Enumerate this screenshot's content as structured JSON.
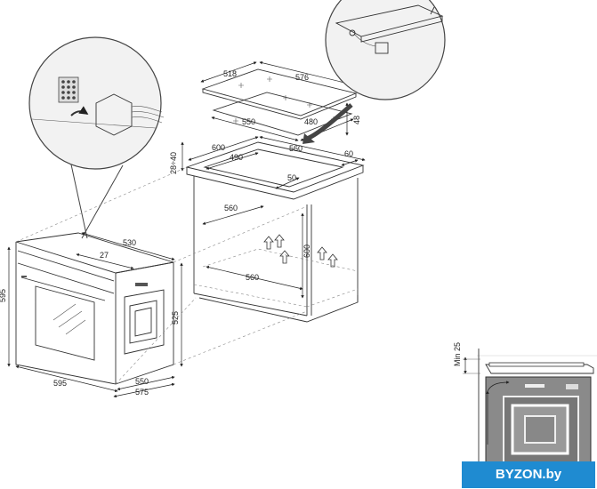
{
  "hob": {
    "dims": [
      "518",
      "576",
      "550",
      "480",
      "48"
    ]
  },
  "cabinet": {
    "dims": [
      "28÷40",
      "600",
      "560",
      "490",
      "60",
      "50",
      "560",
      "600",
      "560"
    ]
  },
  "oven": {
    "dims": [
      "530",
      "27",
      "595",
      "525",
      "595",
      "550",
      "575"
    ]
  },
  "min_clearance": {
    "label": "Min 25"
  },
  "watermark": {
    "text": "BYZON.by"
  }
}
